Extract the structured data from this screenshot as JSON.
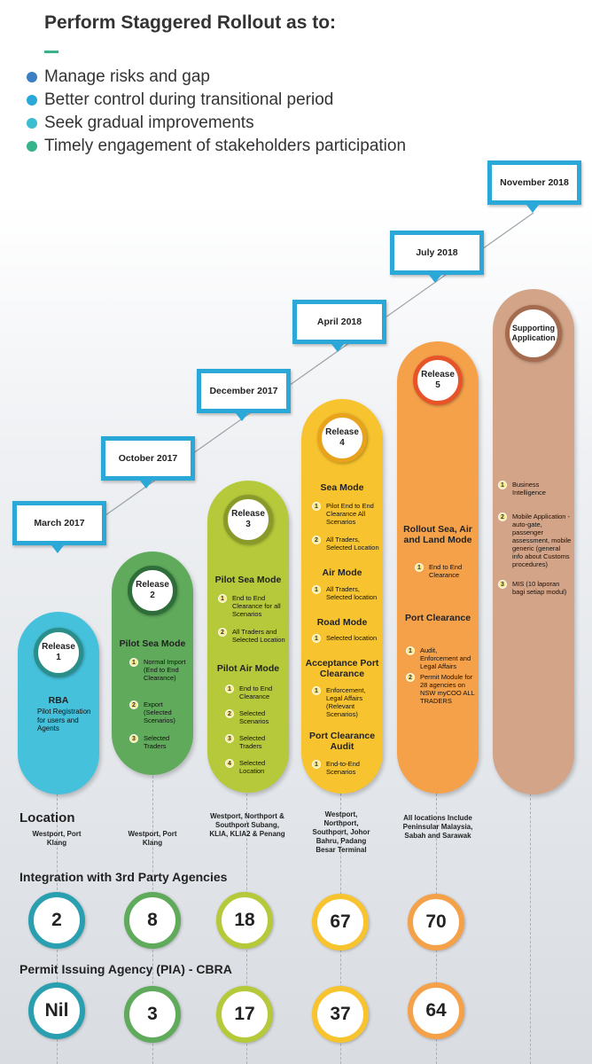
{
  "header": {
    "title": "Perform Staggered Rollout as to:",
    "bullets": [
      {
        "text": "Manage risks and gap",
        "color": "#3a7fc1"
      },
      {
        "text": "Better control during transitional period",
        "color": "#2aa8d8"
      },
      {
        "text": "Seek gradual improvements",
        "color": "#3cbcd0"
      },
      {
        "text": "Timely engagement of stakeholders participation",
        "color": "#36b38a"
      }
    ]
  },
  "timeline": {
    "dates": [
      "March 2017",
      "October 2017",
      "December 2017",
      "April 2018",
      "July 2018",
      "November 2018"
    ]
  },
  "releases": {
    "r1": {
      "label": "Release",
      "num": "1",
      "heads": [
        "RBA"
      ],
      "text": "Pilot Registration for users and Agents",
      "color": "#45c1dc"
    },
    "r2": {
      "label": "Release",
      "num": "2",
      "heads": [
        "Pilot Sea Mode"
      ],
      "items": [
        "Normal Import (End to End Clearance)",
        "Export (Selected Scenarios)",
        "Selected Traders"
      ],
      "color": "#5faa5b"
    },
    "r3": {
      "label": "Release",
      "num": "3",
      "heads": [
        "Pilot Sea Mode",
        "Pilot Air Mode"
      ],
      "items_a": [
        "End to End Clearance for all Scenarios",
        "All Traders and Selected Location"
      ],
      "items_b": [
        "End to End Clearance",
        "Selected Scenarios",
        "Selected Traders",
        "Selected Location"
      ],
      "color": "#b5c93a"
    },
    "r4": {
      "label": "Release",
      "num": "4",
      "heads": [
        "Sea Mode",
        "Air Mode",
        "Road Mode",
        "Acceptance Port Clearance",
        "Port Clearance Audit"
      ],
      "sea": [
        "Pilot End to End Clearance All Scenarios",
        "All Traders, Selected Location"
      ],
      "air": [
        "All Traders, Selected location"
      ],
      "road": [
        "Selected location"
      ],
      "acc": [
        "Enforcement, Legal Affairs (Relevant Scenarios)"
      ],
      "audit": [
        "End-to-End Scenarios"
      ],
      "color": "#f7c32e"
    },
    "r5": {
      "label": "Release",
      "num": "5",
      "heads": [
        "Rollout Sea, Air and Land Mode",
        "Port Clearance"
      ],
      "items_a": [
        "End to End Clearance"
      ],
      "items_b": [
        "Audit, Enforcement and Legal Affairs",
        "Permit Module for 28 agencies on NSW myCOO ALL TRADERS"
      ],
      "color": "#f5a14a"
    },
    "support": {
      "label": "Supporting Application",
      "items": [
        "Business Intelligence",
        "Mobile Application - auto-gate, passenger assessment, mobile generic (general info about Customs procedures)",
        "MIS (10 laporan bagi setiap modul)"
      ],
      "color": "#d4a488"
    }
  },
  "location": {
    "label": "Location",
    "values": [
      "Westport, Port Klang",
      "Westport, Port Klang",
      "Westport, Northport & Southport Subang, KLIA, KLIA2 & Penang",
      "Westport, Northport, Southport, Johor Bahru, Padang Besar Terminal",
      "All locations Include Peninsular Malaysia, Sabah and Sarawak"
    ]
  },
  "integration": {
    "label": "Integration with 3rd Party Agencies",
    "values": [
      "2",
      "8",
      "18",
      "67",
      "70"
    ]
  },
  "pia": {
    "label": "Permit Issuing Agency (PIA) - CBRA",
    "values": [
      "Nil",
      "3",
      "17",
      "37",
      "64"
    ]
  },
  "colors": {
    "callout": "#2aa8d8",
    "teal": "#2a9fb0",
    "green": "#5faa5b",
    "lime": "#b5c93a",
    "yellow": "#f7c32e",
    "orange": "#f5a14a",
    "tan": "#d4a488"
  }
}
